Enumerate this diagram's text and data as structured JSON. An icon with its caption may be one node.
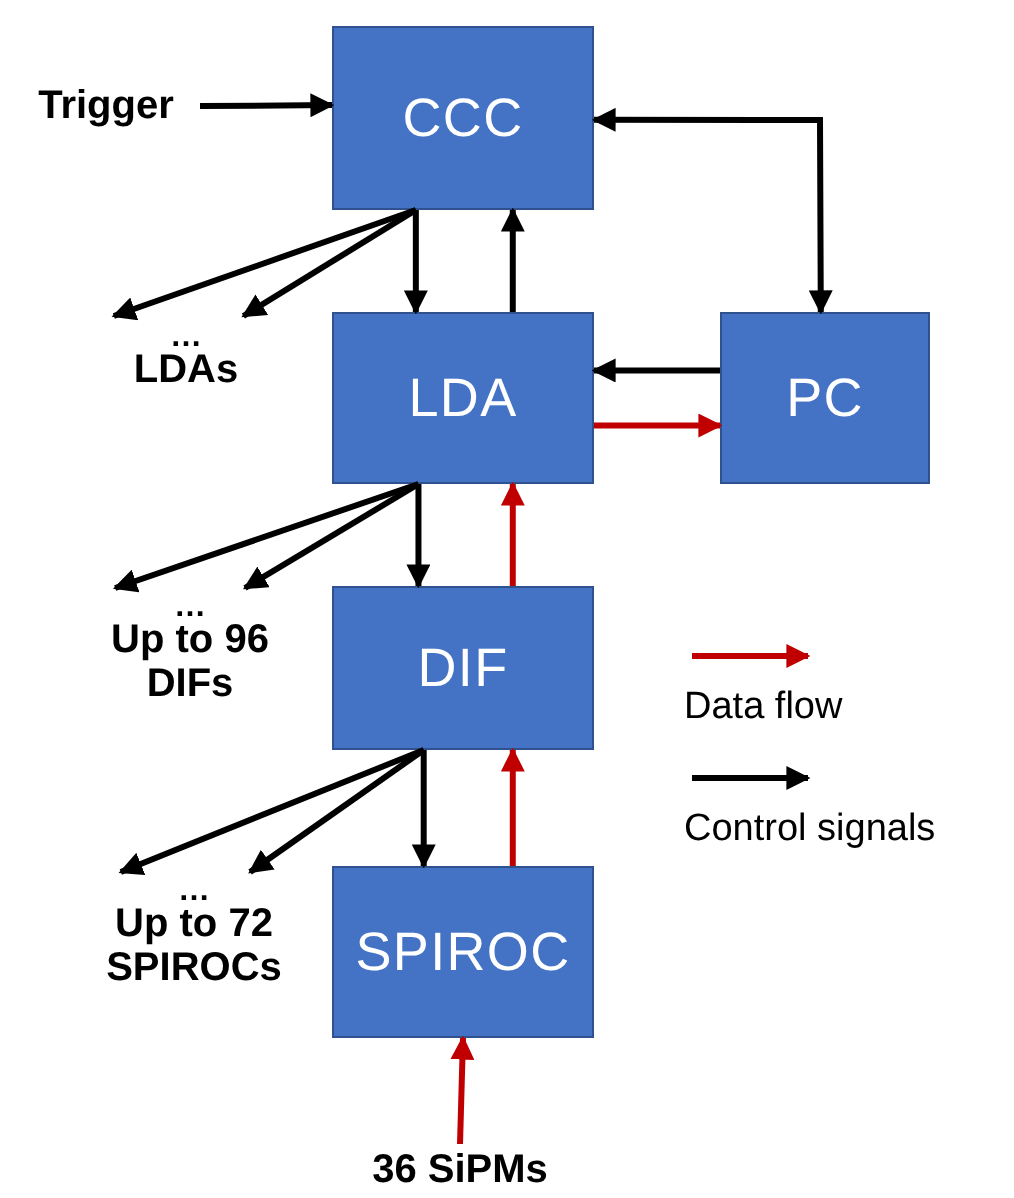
{
  "diagram": {
    "nodes": [
      {
        "text": [
          "Trigger"
        ]
      },
      {
        "text": [
          "CCC"
        ]
      },
      {
        "text": [
          "LDA"
        ]
      },
      {
        "text": [
          "PC"
        ]
      },
      {
        "text": [
          "…",
          "LDAs"
        ]
      },
      {
        "text": [
          "DIF"
        ]
      },
      {
        "text": [
          "…",
          "Up to 96 DIFs"
        ]
      },
      {
        "text": [
          "SPIROC"
        ]
      },
      {
        "text": [
          "…",
          "Up to 72 SPIROCs"
        ]
      },
      {
        "text": [
          "36 SiPMs"
        ]
      }
    ],
    "edges": [
      {
        "from": 0,
        "to": 1,
        "arrow": "to"
      },
      {
        "from": 1,
        "to": 2,
        "arrow": "to"
      },
      {
        "from": 2,
        "to": 1,
        "arrow": "to"
      },
      {
        "from": 1,
        "to": 3,
        "arrow": "both"
      },
      {
        "from": 3,
        "to": 2,
        "arrow": "to"
      },
      {
        "from": 2,
        "to": 3,
        "arrow": "to",
        "color": "#c00000"
      },
      {
        "from": 1,
        "to": 4,
        "arrow": "to"
      },
      {
        "from": 1,
        "to": 4,
        "arrow": "to"
      },
      {
        "from": 2,
        "to": 5,
        "arrow": "to"
      },
      {
        "from": 5,
        "to": 2,
        "arrow": "to",
        "color": "#c00000"
      },
      {
        "from": 2,
        "to": 6,
        "arrow": "to"
      },
      {
        "from": 2,
        "to": 6,
        "arrow": "to"
      },
      {
        "from": 5,
        "to": 7,
        "arrow": "to"
      },
      {
        "from": 7,
        "to": 5,
        "arrow": "to",
        "color": "#c00000"
      },
      {
        "from": 5,
        "to": 8,
        "arrow": "to"
      },
      {
        "from": 5,
        "to": 8,
        "arrow": "to"
      },
      {
        "from": 9,
        "to": 7,
        "arrow": "to",
        "color": "#c00000"
      }
    ],
    "legend": [
      {
        "text": "Data flow"
      },
      {
        "text": "Control signals"
      }
    ]
  }
}
